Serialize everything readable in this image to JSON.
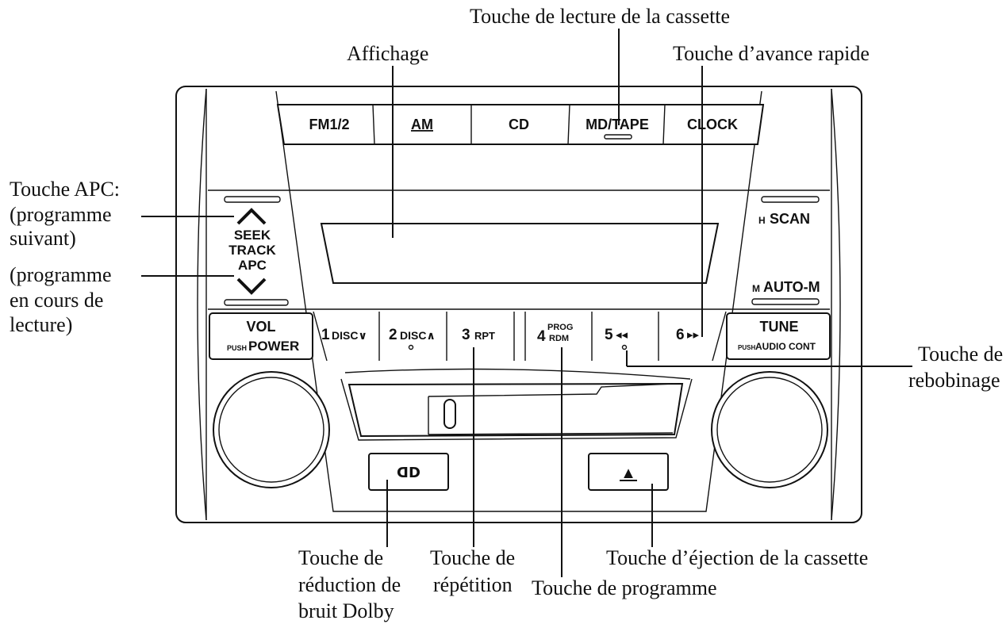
{
  "labels": {
    "cassette_play": "Touche de lecture de la cassette",
    "display": "Affichage",
    "fast_forward": "Touche d’avance rapide",
    "apc_line1": "Touche APC:",
    "apc_line2": "(programme",
    "apc_line3": "suivant)",
    "current_line1": "(programme",
    "current_line2": "en cours de",
    "current_line3": "lecture)",
    "rewind_line1": "Touche de",
    "rewind_line2": "rebobinage",
    "dolby_line1": "Touche de",
    "dolby_line2": "réduction de",
    "dolby_line3": "bruit Dolby",
    "repeat_line1": "Touche de",
    "repeat_line2": "répétition",
    "program": "Touche de programme",
    "eject": "Touche d’éjection de la cassette"
  },
  "buttons": {
    "fm": "FM1/2",
    "am": "AM",
    "cd": "CD",
    "md_tape": "MD/TAPE",
    "clock": "CLOCK",
    "seek_l1": "SEEK",
    "seek_l2": "TRACK",
    "seek_l3": "APC",
    "scan_h": "H",
    "scan": "SCAN",
    "auto_m_prefix": "M",
    "auto_m": "AUTO-M",
    "vol": "VOL",
    "vol_push": "PUSH",
    "power": "POWER",
    "p1_num": "1",
    "p1_text": "DISC∨",
    "p2_num": "2",
    "p2_text": "DISC∧",
    "p3_num": "3",
    "p3_text": "RPT",
    "p4_num": "4",
    "p4_top": "PROG",
    "p4_bot": "RDM",
    "p5_num": "5",
    "p5_sym": "◂◂",
    "p6_num": "6",
    "p6_sym": "▸▸",
    "tune": "TUNE",
    "tune_push": "PUSH",
    "audio_cont": "AUDIO CONT",
    "dolby_symbol": "ᗡᗞ",
    "eject_symbol": "▲"
  }
}
